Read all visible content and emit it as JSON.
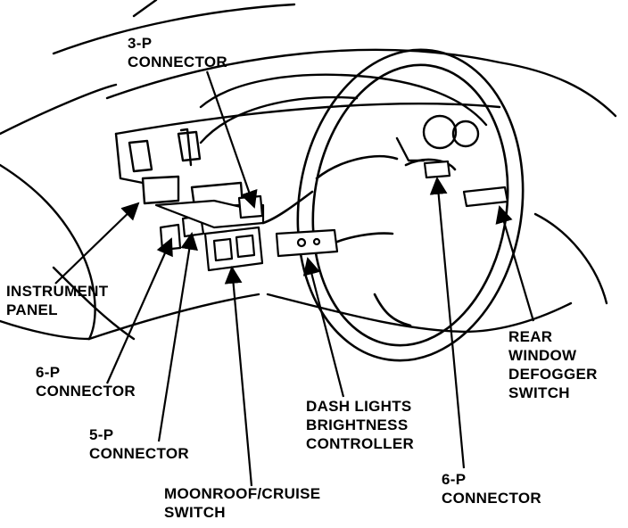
{
  "labels": {
    "three_p_connector": [
      "3-P",
      "CONNECTOR"
    ],
    "instrument_panel": [
      "INSTRUMENT",
      "PANEL"
    ],
    "six_p_connector_left": [
      "6-P",
      "CONNECTOR"
    ],
    "five_p_connector": [
      "5-P",
      "CONNECTOR"
    ],
    "moonroof_cruise_switch": [
      "MOONROOF/CRUISE",
      "SWITCH"
    ],
    "dash_lights_brightness_controller": [
      "DASH LIGHTS",
      "BRIGHTNESS",
      "CONTROLLER"
    ],
    "six_p_connector_right": [
      "6-P",
      "CONNECTOR"
    ],
    "rear_window_defogger_switch": [
      "REAR",
      "WINDOW",
      "DEFOGGER",
      "SWITCH"
    ]
  }
}
